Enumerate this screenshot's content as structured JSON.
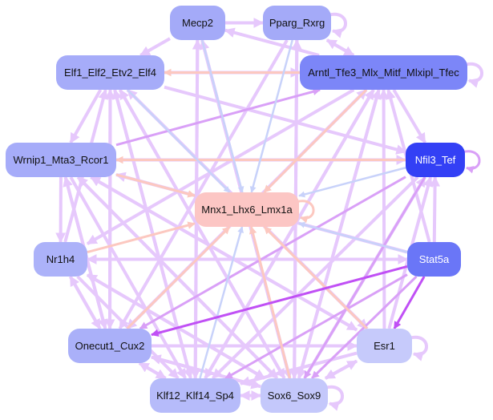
{
  "colors": {
    "edge_default": "#e6c8fc",
    "edge_strong": "#d9a0f7",
    "edge_bold": "#c050f5",
    "edge_salmon": "#fcc8c0",
    "edge_blue": "#c8d2fa",
    "target_node": "#fcc6c4"
  },
  "nodes": [
    {
      "id": "Mecp2",
      "label": "Mecp2",
      "fill": "#a4aaf8",
      "text": "#111111"
    },
    {
      "id": "Pparg_Rxrg",
      "label": "Pparg_Rxrg",
      "fill": "#a4aaf8",
      "text": "#111111"
    },
    {
      "id": "Elf1",
      "label": "Elf1_Elf2_Etv2_Elf4",
      "fill": "#a6acf9",
      "text": "#111111"
    },
    {
      "id": "Arntl",
      "label": "Arntl_Tfe3_Mlx_Mitf_Mlxipl_Tfec",
      "fill": "#7c86f8",
      "text": "#111111"
    },
    {
      "id": "Wrnip1",
      "label": "Wrnip1_Mta3_Rcor1",
      "fill": "#a6acf9",
      "text": "#111111"
    },
    {
      "id": "Nfil3",
      "label": "Nfil3_Tef",
      "fill": "#3340f5",
      "text": "#ffffff"
    },
    {
      "id": "Mnx1",
      "label": "Mnx1_Lhx6_Lmx1a",
      "fill": "#fcc6c4",
      "text": "#111111"
    },
    {
      "id": "Nr1h4",
      "label": "Nr1h4",
      "fill": "#acb2f9",
      "text": "#111111"
    },
    {
      "id": "Stat5a",
      "label": "Stat5a",
      "fill": "#6a76f7",
      "text": "#ffffff"
    },
    {
      "id": "Onecut1",
      "label": "Onecut1_Cux2",
      "fill": "#aab0f9",
      "text": "#111111"
    },
    {
      "id": "Esr1",
      "label": "Esr1",
      "fill": "#c6cafb",
      "text": "#111111"
    },
    {
      "id": "Klf12",
      "label": "Klf12_Klf14_Sp4",
      "fill": "#b6bbfa",
      "text": "#111111"
    },
    {
      "id": "Sox6",
      "label": "Sox6_Sox9",
      "fill": "#c4c8fb",
      "text": "#111111"
    }
  ],
  "edges": [
    {
      "from": "Mecp2",
      "to": "Pparg_Rxrg",
      "style": "default"
    },
    {
      "from": "Mecp2",
      "to": "Mnx1",
      "style": "blue"
    },
    {
      "from": "Pparg_Rxrg",
      "to": "Pparg_Rxrg",
      "style": "default"
    },
    {
      "from": "Pparg_Rxrg",
      "to": "Mnx1",
      "style": "blue"
    },
    {
      "from": "Elf1",
      "to": "Arntl",
      "style": "default"
    },
    {
      "from": "Elf1",
      "to": "Mnx1",
      "style": "blue"
    },
    {
      "from": "Elf1",
      "to": "Wrnip1",
      "style": "default"
    },
    {
      "from": "Elf1",
      "to": "Sox6",
      "style": "default"
    },
    {
      "from": "Elf1",
      "to": "Esr1",
      "style": "default"
    },
    {
      "from": "Elf1",
      "to": "Onecut1",
      "style": "default"
    },
    {
      "from": "Elf1",
      "to": "Klf12",
      "style": "default"
    },
    {
      "from": "Arntl",
      "to": "Arntl",
      "style": "default"
    },
    {
      "from": "Arntl",
      "to": "Mnx1",
      "style": "salmon"
    },
    {
      "from": "Arntl",
      "to": "Elf1",
      "style": "salmon"
    },
    {
      "from": "Arntl",
      "to": "Onecut1",
      "style": "default"
    },
    {
      "from": "Arntl",
      "to": "Klf12",
      "style": "default"
    },
    {
      "from": "Arntl",
      "to": "Sox6",
      "style": "default"
    },
    {
      "from": "Arntl",
      "to": "Nr1h4",
      "style": "default"
    },
    {
      "from": "Arntl",
      "to": "Mecp2",
      "style": "default"
    },
    {
      "from": "Arntl",
      "to": "Pparg_Rxrg",
      "style": "default"
    },
    {
      "from": "Wrnip1",
      "to": "Arntl",
      "style": "strong"
    },
    {
      "from": "Wrnip1",
      "to": "Nfil3",
      "style": "default"
    },
    {
      "from": "Wrnip1",
      "to": "Mnx1",
      "style": "salmon"
    },
    {
      "from": "Wrnip1",
      "to": "Sox6",
      "style": "default"
    },
    {
      "from": "Wrnip1",
      "to": "Esr1",
      "style": "default"
    },
    {
      "from": "Wrnip1",
      "to": "Onecut1",
      "style": "default"
    },
    {
      "from": "Nfil3",
      "to": "Nfil3",
      "style": "strong"
    },
    {
      "from": "Nfil3",
      "to": "Mnx1",
      "style": "blue"
    },
    {
      "from": "Nfil3",
      "to": "Wrnip1",
      "style": "salmon"
    },
    {
      "from": "Nfil3",
      "to": "Onecut1",
      "style": "strong"
    },
    {
      "from": "Nfil3",
      "to": "Sox6",
      "style": "strong"
    },
    {
      "from": "Nfil3",
      "to": "Klf12",
      "style": "default"
    },
    {
      "from": "Mnx1",
      "to": "Mnx1",
      "style": "salmon"
    },
    {
      "from": "Nr1h4",
      "to": "Stat5a",
      "style": "default"
    },
    {
      "from": "Nr1h4",
      "to": "Mnx1",
      "style": "salmon"
    },
    {
      "from": "Nr1h4",
      "to": "Elf1",
      "style": "default"
    },
    {
      "from": "Nr1h4",
      "to": "Sox6",
      "style": "default"
    },
    {
      "from": "Nr1h4",
      "to": "Onecut1",
      "style": "default"
    },
    {
      "from": "Stat5a",
      "to": "Onecut1",
      "style": "bold"
    },
    {
      "from": "Stat5a",
      "to": "Esr1",
      "style": "bold"
    },
    {
      "from": "Stat5a",
      "to": "Mnx1",
      "style": "blue"
    },
    {
      "from": "Stat5a",
      "to": "Nr1h4",
      "style": "default"
    },
    {
      "from": "Stat5a",
      "to": "Nfil3",
      "style": "default"
    },
    {
      "from": "Stat5a",
      "to": "Arntl",
      "style": "default"
    },
    {
      "from": "Stat5a",
      "to": "Wrnip1",
      "style": "default"
    },
    {
      "from": "Stat5a",
      "to": "Sox6",
      "style": "strong"
    },
    {
      "from": "Stat5a",
      "to": "Klf12",
      "style": "strong"
    },
    {
      "from": "Onecut1",
      "to": "Esr1",
      "style": "default"
    },
    {
      "from": "Onecut1",
      "to": "Klf12",
      "style": "default"
    },
    {
      "from": "Onecut1",
      "to": "Mnx1",
      "style": "salmon"
    },
    {
      "from": "Onecut1",
      "to": "Sox6",
      "style": "default"
    },
    {
      "from": "Onecut1",
      "to": "Arntl",
      "style": "default"
    },
    {
      "from": "Onecut1",
      "to": "Nr1h4",
      "style": "default"
    },
    {
      "from": "Esr1",
      "to": "Esr1",
      "style": "default"
    },
    {
      "from": "Esr1",
      "to": "Mnx1",
      "style": "salmon"
    },
    {
      "from": "Esr1",
      "to": "Sox6",
      "style": "default"
    },
    {
      "from": "Esr1",
      "to": "Elf1",
      "style": "default"
    },
    {
      "from": "Esr1",
      "to": "Wrnip1",
      "style": "default"
    },
    {
      "from": "Esr1",
      "to": "Arntl",
      "style": "default"
    },
    {
      "from": "Esr1",
      "to": "Nfil3",
      "style": "default"
    },
    {
      "from": "Klf12",
      "to": "Mnx1",
      "style": "blue"
    },
    {
      "from": "Klf12",
      "to": "Elf1",
      "style": "default"
    },
    {
      "from": "Klf12",
      "to": "Mecp2",
      "style": "default"
    },
    {
      "from": "Klf12",
      "to": "Arntl",
      "style": "default"
    },
    {
      "from": "Klf12",
      "to": "Onecut1",
      "style": "default"
    },
    {
      "from": "Sox6",
      "to": "Sox6",
      "style": "default"
    },
    {
      "from": "Sox6",
      "to": "Klf12",
      "style": "default"
    },
    {
      "from": "Sox6",
      "to": "Mnx1",
      "style": "salmon"
    },
    {
      "from": "Sox6",
      "to": "Elf1",
      "style": "default"
    },
    {
      "from": "Sox6",
      "to": "Mecp2",
      "style": "default"
    },
    {
      "from": "Sox6",
      "to": "Pparg_Rxrg",
      "style": "default"
    },
    {
      "from": "Sox6",
      "to": "Arntl",
      "style": "default"
    },
    {
      "from": "Sox6",
      "to": "Wrnip1",
      "style": "default"
    },
    {
      "from": "Sox6",
      "to": "Nfil3",
      "style": "default"
    },
    {
      "from": "Sox6",
      "to": "Esr1",
      "style": "default"
    },
    {
      "from": "Sox6",
      "to": "Onecut1",
      "style": "default"
    },
    {
      "from": "Sox6",
      "to": "Nr1h4",
      "style": "default"
    },
    {
      "from": "Mecp2",
      "to": "Elf1",
      "style": "default"
    },
    {
      "from": "Mecp2",
      "to": "Sox6",
      "style": "default"
    },
    {
      "from": "Mecp2",
      "to": "Klf12",
      "style": "default"
    },
    {
      "from": "Pparg_Rxrg",
      "to": "Arntl",
      "style": "default"
    },
    {
      "from": "Pparg_Rxrg",
      "to": "Sox6",
      "style": "default"
    },
    {
      "from": "Pparg_Rxrg",
      "to": "Onecut1",
      "style": "default"
    },
    {
      "from": "Elf1",
      "to": "Nfil3",
      "style": "default"
    },
    {
      "from": "Wrnip1",
      "to": "Nr1h4",
      "style": "default"
    },
    {
      "from": "Wrnip1",
      "to": "Klf12",
      "style": "default"
    },
    {
      "from": "Nr1h4",
      "to": "Klf12",
      "style": "default"
    },
    {
      "from": "Onecut1",
      "to": "Wrnip1",
      "style": "default"
    },
    {
      "from": "Onecut1",
      "to": "Elf1",
      "style": "default"
    },
    {
      "from": "Arntl",
      "to": "Nfil3",
      "style": "default"
    },
    {
      "from": "Esr1",
      "to": "Klf12",
      "style": "default"
    },
    {
      "from": "Klf12",
      "to": "Sox6",
      "style": "default"
    }
  ]
}
